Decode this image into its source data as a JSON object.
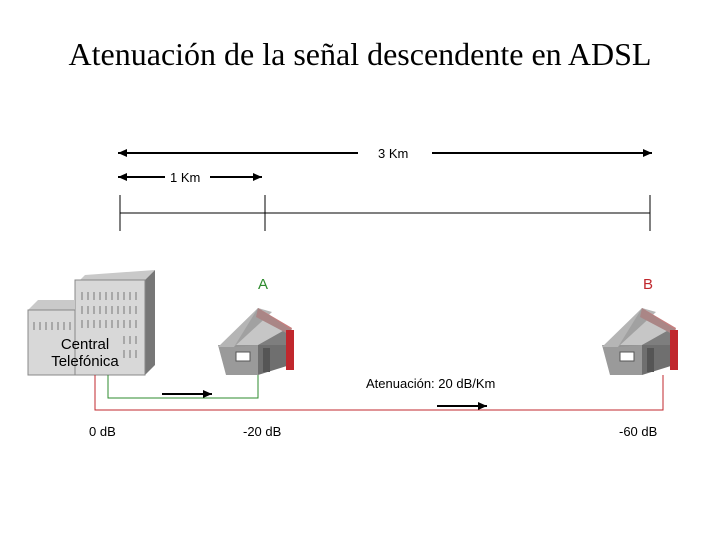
{
  "title": "Atenuación de la señal descendente en ADSL",
  "distances": {
    "total": "3 Km",
    "segment": "1 Km"
  },
  "points": {
    "a": "A",
    "b": "B"
  },
  "central": {
    "line1": "Central",
    "line2": "Telefónica"
  },
  "attenuation_label": "Atenuación: 20 dB/Km",
  "levels": {
    "start": "0 dB",
    "mid": "-20 dB",
    "end": "-60 dB"
  },
  "colors": {
    "green_line": "#2e8b2e",
    "red_line": "#c0272d",
    "house": "#9a9a9a",
    "roof": "#c77e7e"
  },
  "icons": [
    "central-office-building-icon",
    "house-a-icon",
    "house-b-icon"
  ]
}
